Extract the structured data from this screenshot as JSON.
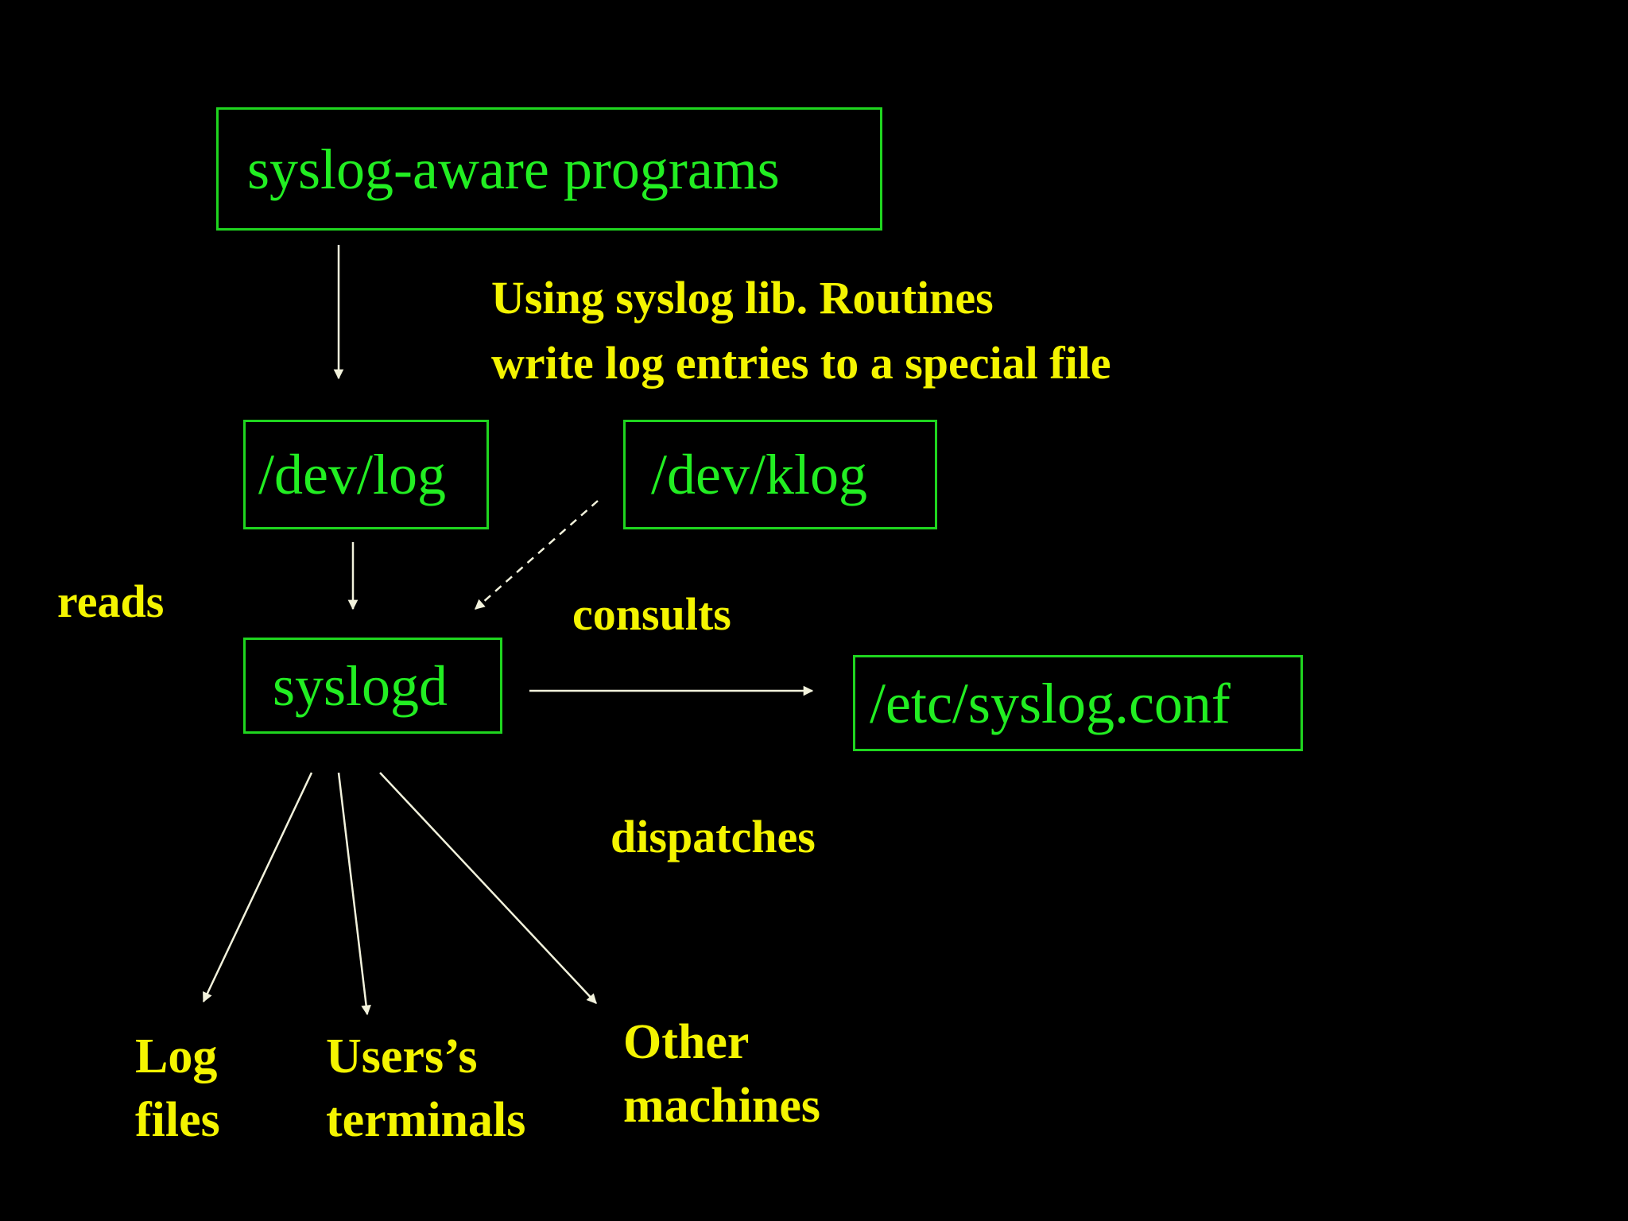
{
  "nodes": {
    "programs": "syslog-aware programs",
    "dev_log": "/dev/log",
    "dev_klog": "/dev/klog",
    "syslogd": "syslogd",
    "syslog_conf": "/etc/syslog.conf"
  },
  "labels": {
    "using_line1": "Using syslog lib. Routines",
    "using_line2": "write log entries to a special file",
    "reads": "reads",
    "consults": "consults",
    "dispatches": "dispatches"
  },
  "destinations": {
    "log_files": [
      "Log",
      "files"
    ],
    "users_terminals": [
      "Users’s",
      "terminals"
    ],
    "other_machines": [
      "Other",
      "machines"
    ]
  },
  "colors": {
    "background": "#000000",
    "box_border": "#1fd51f",
    "box_text": "#22ee22",
    "label_text": "#f4f400",
    "arrow": "#f2f2dc"
  }
}
